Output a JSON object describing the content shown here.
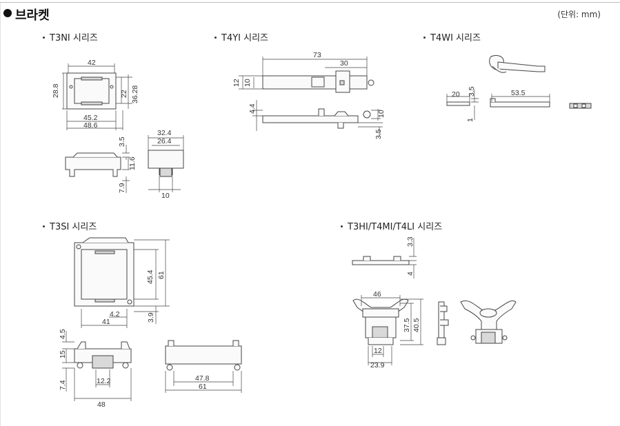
{
  "header": {
    "title": "브라켓",
    "unit": "(단위: mm)"
  },
  "sections": {
    "t3ni": {
      "label": "T3NI 시리즈",
      "dims": {
        "w42": "42",
        "h28_8": "28.8",
        "h22": "22",
        "h36_28": "36.28",
        "w45_2": "45.2",
        "w48_6": "48.6",
        "v3_5": "3.5",
        "v11_6": "11.6",
        "v7_9": "7.9",
        "w32_4": "32.4",
        "w26_4": "26.4",
        "w10": "10"
      }
    },
    "t4yi": {
      "label": "T4YI 시리즈",
      "dims": {
        "w73": "73",
        "w30": "30",
        "h12": "12",
        "h10": "10",
        "h4_4": "4.4",
        "h10b": "10",
        "h3_5": "3.5"
      }
    },
    "t4wi": {
      "label": "T4WI 시리즈",
      "dims": {
        "w20": "20",
        "h3_5": "3.5",
        "h1": "1",
        "w53_5": "53.5"
      }
    },
    "t3si": {
      "label": "T3SI 시리즈",
      "dims": {
        "h45_4": "45.4",
        "h61": "61",
        "w4_2": "4.2",
        "w41": "41",
        "h3_9": "3.9",
        "h4_5": "4.5",
        "h15": "15",
        "h7_4": "7.4",
        "w12_2": "12.2",
        "w48": "48",
        "w47_8": "47.8",
        "w61": "61"
      }
    },
    "t3hi": {
      "label": "T3HI/T4MI/T4LI 시리즈",
      "dims": {
        "h3_3": "3.3",
        "h4": "4",
        "w46": "46",
        "h37_5": "37.5",
        "h40_5": "40.5",
        "w12": "12",
        "w23_9": "23.9"
      }
    }
  }
}
